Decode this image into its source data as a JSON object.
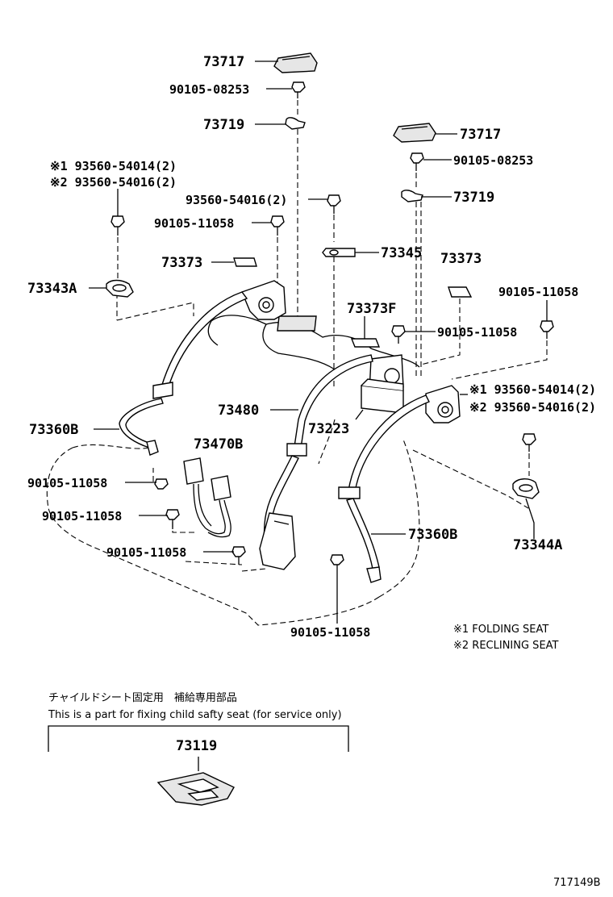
{
  "labels": {
    "p73717_top": "73717",
    "p90105_08253_top": "90105-08253",
    "p73719_top": "73719",
    "p73717_right": "73717",
    "p90105_08253_right": "90105-08253",
    "p73719_right": "73719",
    "note1_left": "※1 93560-54014(2)",
    "note2_left": "※2 93560-54016(2)",
    "p93560_54016_mid": "93560-54016(2)",
    "p90105_11058_a": "90105-11058",
    "p73373_left": "73373",
    "p73345": "73345",
    "p73373_right": "73373",
    "p90105_11058_b": "90105-11058",
    "p73343A": "73343A",
    "p73373F": "73373F",
    "p90105_11058_c": "90105-11058",
    "note1_right": "※1 93560-54014(2)",
    "note2_right": "※2 93560-54016(2)",
    "p73360B_left": "73360B",
    "p73480": "73480",
    "p73223": "73223",
    "p73470B": "73470B",
    "p90105_11058_d": "90105-11058",
    "p90105_11058_e": "90105-11058",
    "p90105_11058_f": "90105-11058",
    "p73360B_right": "73360B",
    "p73344A": "73344A",
    "p90105_11058_g": "90105-11058"
  },
  "legend": {
    "item1": "※1 FOLDING SEAT",
    "item2": "※2 RECLINING SEAT"
  },
  "child_seat": {
    "title_jp": "チャイルドシート固定用　補給専用部品",
    "title_en": "This is a part for fixing child safty seat (for service only)",
    "part_no": "73119"
  },
  "diagram_id": "717149B"
}
